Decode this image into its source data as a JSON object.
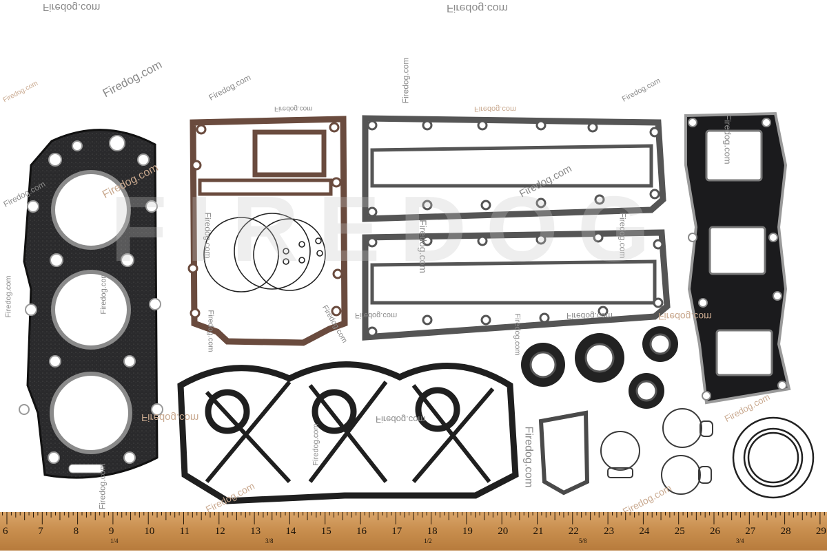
{
  "watermark": {
    "brand": "Firedog.com",
    "big_letters": "FIREDOG"
  },
  "ruler": {
    "numbers": [
      "6",
      "7",
      "8",
      "9",
      "10",
      "11",
      "12",
      "13",
      "14",
      "15",
      "16",
      "17",
      "18",
      "19",
      "20",
      "21",
      "22",
      "23",
      "24",
      "25",
      "26",
      "27",
      "28",
      "29"
    ],
    "fractions": [
      "1/4",
      "3/8",
      "1/2",
      "5/8",
      "3/4"
    ]
  },
  "colors": {
    "gasket_dark": "#1b1b1d",
    "gasket_brown": "#5a3b30",
    "gasket_gray": "#4a4a4a",
    "ring": "#2a2a2a",
    "ruler_wood": "#c98f4f",
    "background": "#ffffff"
  }
}
